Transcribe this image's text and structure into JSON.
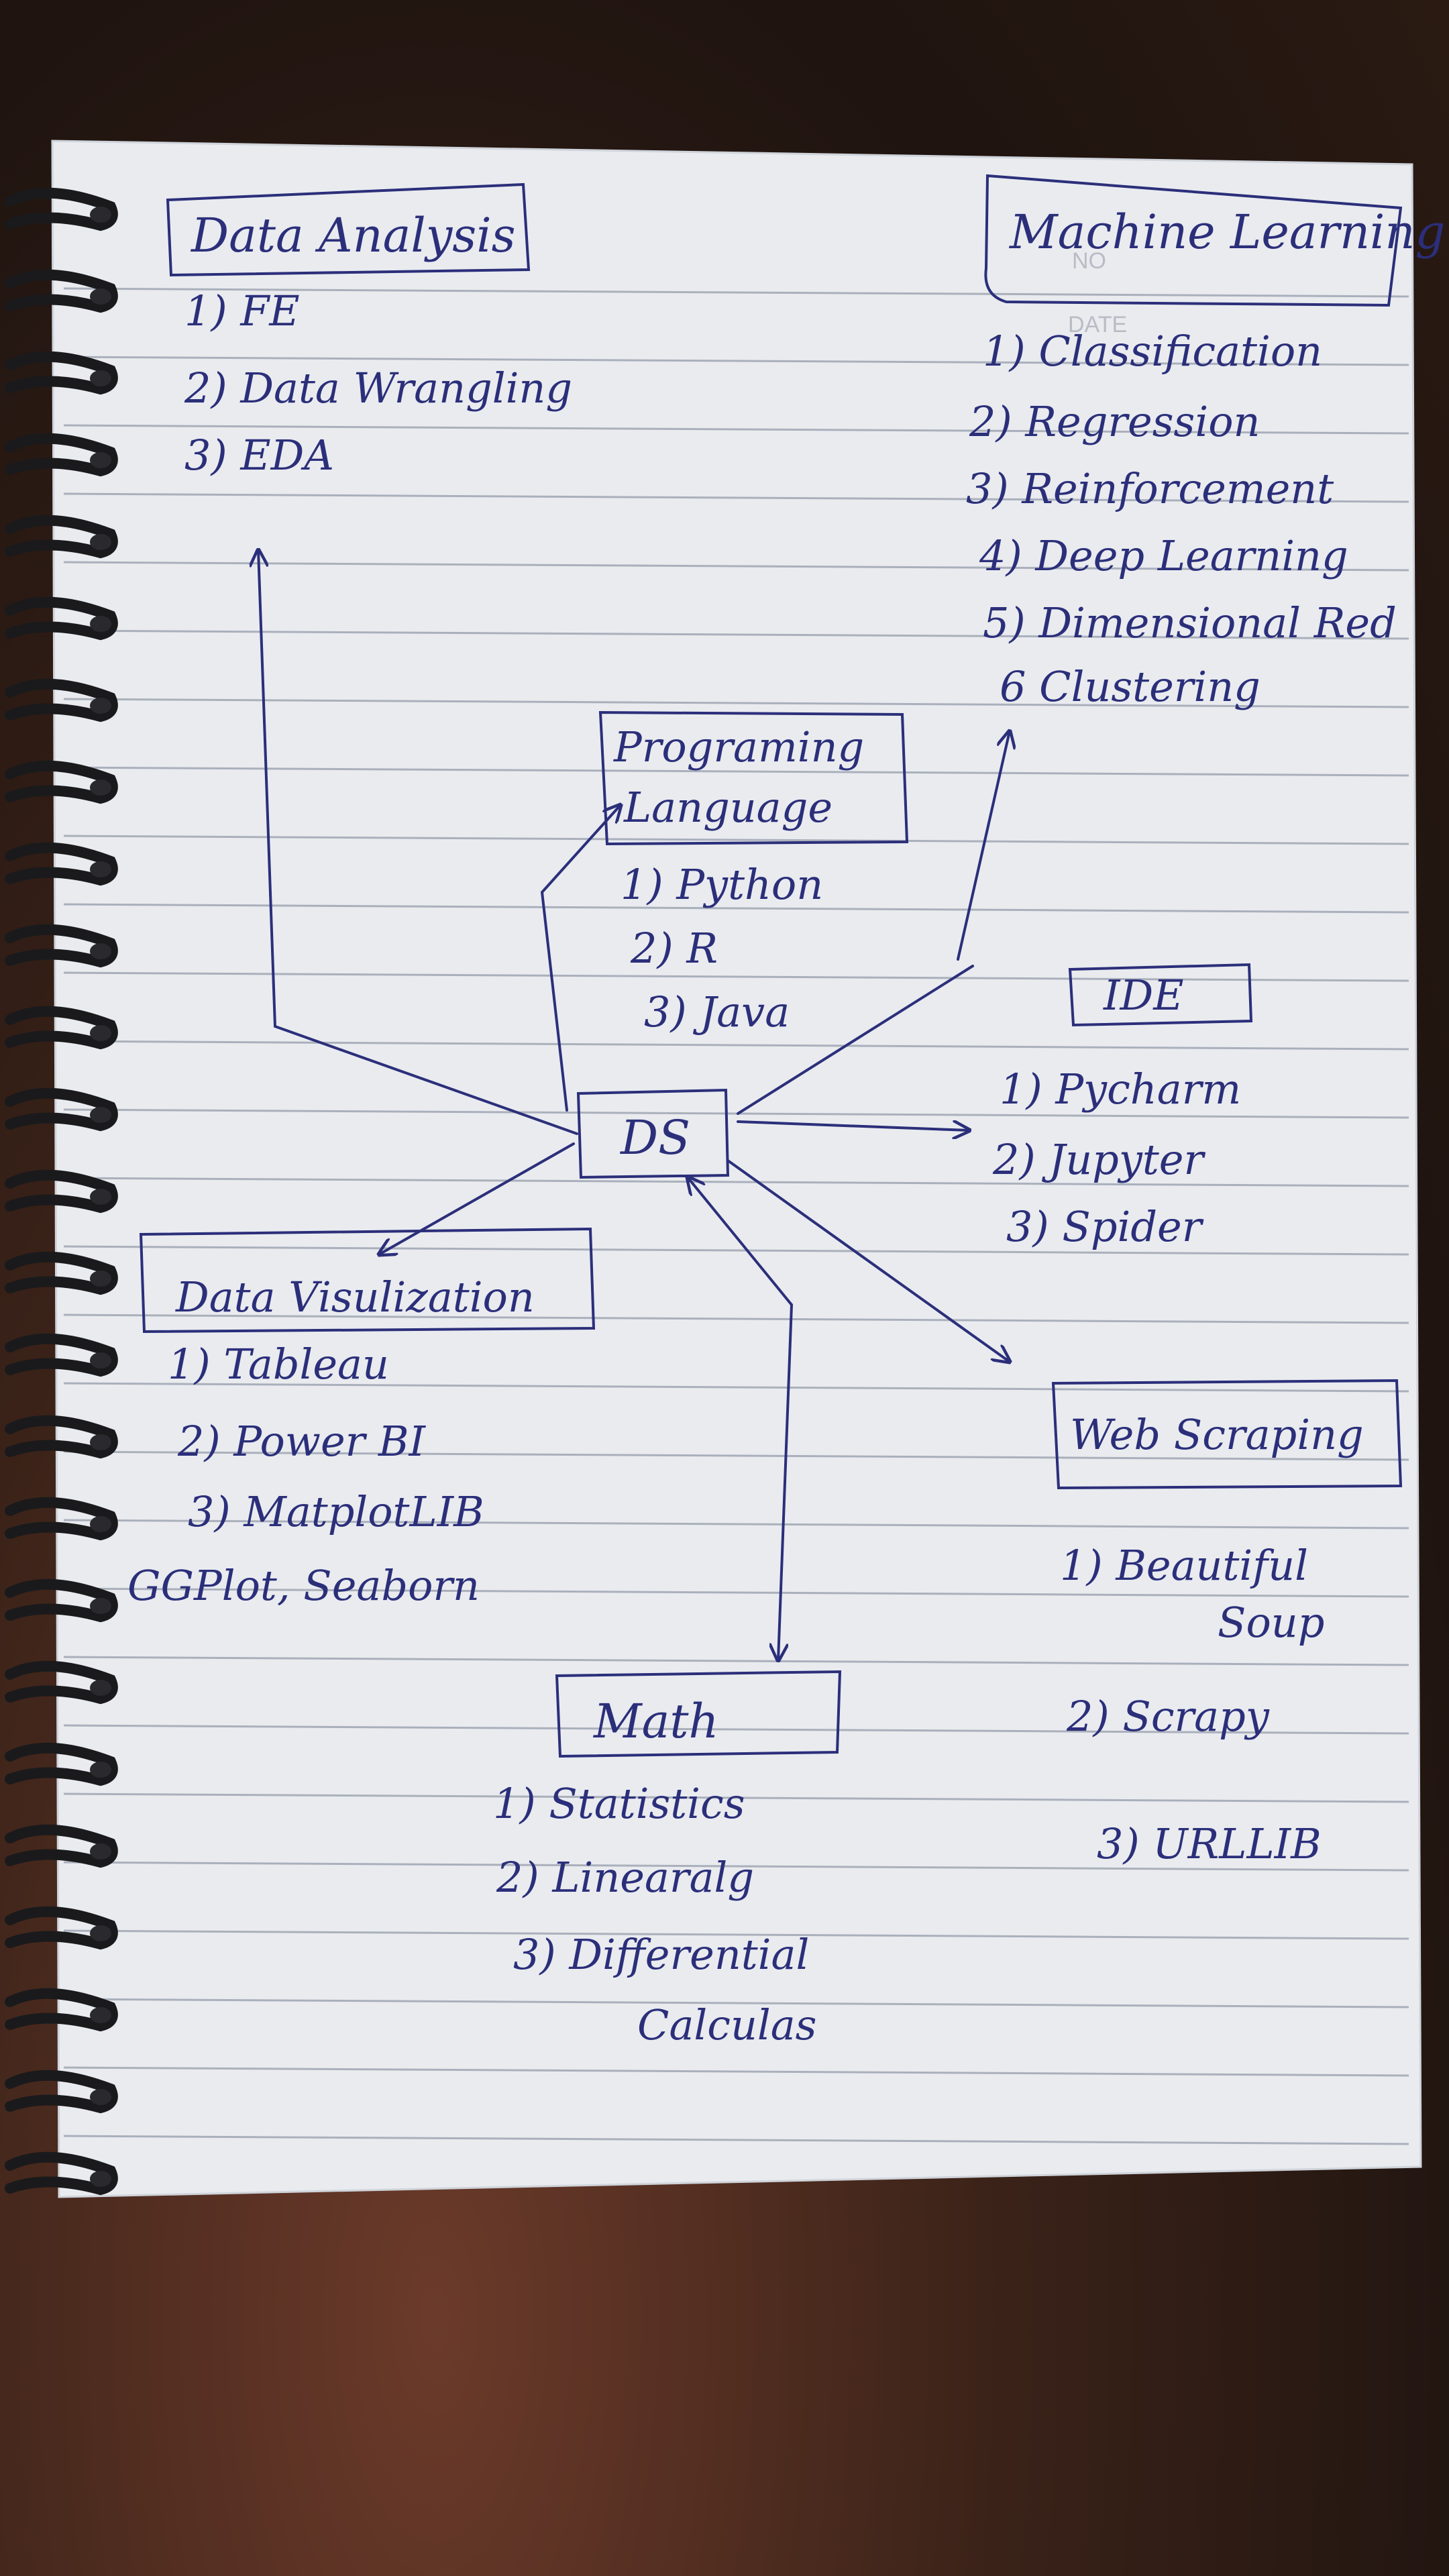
{
  "colors": {
    "ink": "#2b2f7a",
    "paper": "#e9ebef",
    "rule_line": "#aab0bb",
    "spiral": "#1a1a1c",
    "background": "#3a2218"
  },
  "page_header": {
    "no_label": "NO",
    "date_label": "DATE"
  },
  "center_node": {
    "label": "DS"
  },
  "data_analysis": {
    "title": "Data Analysis",
    "items": [
      "1) FE",
      "2) Data Wrangling",
      "3) EDA"
    ]
  },
  "machine_learning": {
    "title": "Machine Learning",
    "items": [
      "1) Classification",
      "2) Regression",
      "3) Reinforcement",
      "4) Deep Learning",
      "5) Dimensional Red",
      "6 Clustering"
    ]
  },
  "programming_language": {
    "title_line1": "Programing",
    "title_line2": "Language",
    "items": [
      "1) Python",
      "2) R",
      "3) Java"
    ]
  },
  "ide": {
    "title": "IDE",
    "items": [
      "1) Pycharm",
      "2) Jupyter",
      "3) Spider"
    ]
  },
  "data_visualization": {
    "title": "Data Visulization",
    "items": [
      "1) Tableau",
      "2) Power BI",
      "3) MatplotLIB",
      "GGPlot, Seaborn"
    ]
  },
  "web_scraping": {
    "title": "Web Scraping",
    "items": [
      "1) Beautiful",
      "Soup",
      "2) Scrapy",
      "3) URLLIB"
    ]
  },
  "math": {
    "title": "Math",
    "items": [
      "1) Statistics",
      "2) Linearalg",
      "3) Differential",
      "Calculas"
    ]
  }
}
